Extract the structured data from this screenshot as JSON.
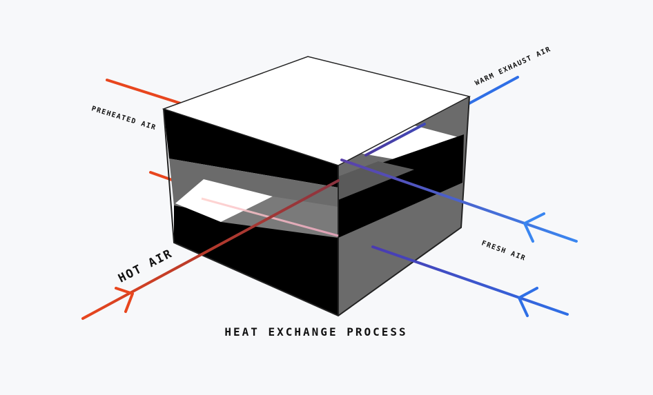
{
  "diagram": {
    "title": "HEAT EXCHANGE PROCESS",
    "labels": {
      "preheated_air": "PREHEATED AIR",
      "warm_exhaust_air": "WARM EXHAUST AIR",
      "hot_air": "HOT AIR",
      "fresh_air": "FRESH AIR"
    },
    "colors": {
      "background": "#f7f8fa",
      "hot_stream": "#e8461e",
      "cool_stream": "#2f6fe6",
      "box_dark": "#000000",
      "box_gray": "#6b6b6b",
      "box_top": "#ffffff"
    },
    "icons": [
      "arrowhead-icon"
    ]
  }
}
